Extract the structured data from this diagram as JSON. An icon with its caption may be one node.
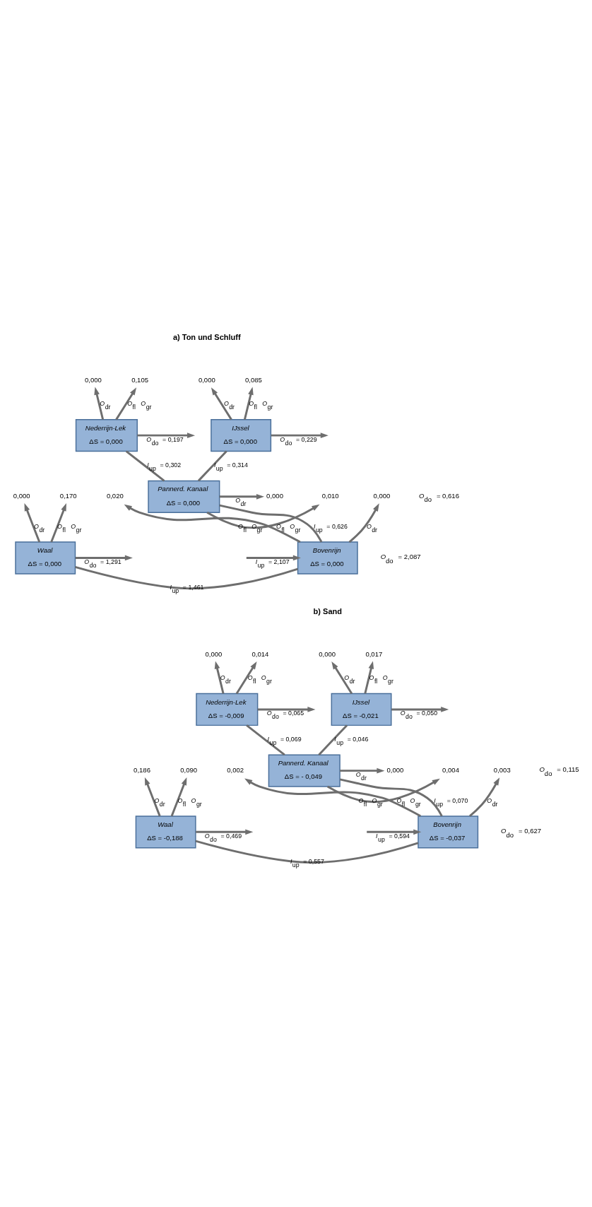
{
  "diagram": {
    "nodes": [
      {
        "text": [
          "Nederrijn-Lek",
          "ΔS = 0,000"
        ]
      },
      {
        "text": [
          "0,000"
        ]
      },
      {
        "text": [
          "0,105"
        ]
      },
      {
        "text": [
          "IJssel",
          "ΔS = 0,000"
        ]
      },
      {
        "text": [
          "0,000"
        ]
      },
      {
        "text": [
          "0,085"
        ]
      },
      {
        "text": [
          "Pannerd. Kanaal",
          "ΔS = 0,000"
        ]
      },
      {
        "text": [
          "0,000"
        ]
      },
      {
        "text": [
          "0,010"
        ]
      },
      {
        "text": [
          "Waal",
          "ΔS = 0,000"
        ]
      },
      {
        "text": [
          "0,000"
        ]
      },
      {
        "text": [
          "0,170"
        ]
      },
      {
        "text": [
          "Bovenrijn",
          "ΔS = 0,000"
        ]
      },
      {
        "text": [
          "0,000"
        ]
      },
      {
        "text": [
          "0,020"
        ]
      },
      {
        "text": [
          "Nederrijn-Lek",
          "ΔS = -0,009"
        ]
      },
      {
        "text": [
          "0,000"
        ]
      },
      {
        "text": [
          "0,014"
        ]
      },
      {
        "text": [
          "IJssel",
          "ΔS = -0,021"
        ]
      },
      {
        "text": [
          "0,000"
        ]
      },
      {
        "text": [
          "0,017"
        ]
      },
      {
        "text": [
          "Pannerd. Kanaal",
          "ΔS = - 0,049"
        ]
      },
      {
        "text": [
          "0,000"
        ]
      },
      {
        "text": [
          "0,004"
        ]
      },
      {
        "text": [
          "Waal",
          "ΔS = -0,188"
        ]
      },
      {
        "text": [
          "0,186"
        ]
      },
      {
        "text": [
          "0,090"
        ]
      },
      {
        "text": [
          "Bovenrijn",
          "ΔS = -0,037"
        ]
      },
      {
        "text": [
          "0,003"
        ]
      },
      {
        "text": [
          "0,002"
        ]
      }
    ],
    "edges": [
      {
        "from": 0,
        "to": 1,
        "arrow": "to",
        "label": "O$_{dr}$"
      },
      {
        "from": 0,
        "to": 2,
        "arrow": "to",
        "label": "O$_{fl}$ O$_{gr}$"
      },
      {
        "from": 0,
        "to": null,
        "arrow": "to",
        "label": "O$_{do}$ = 0,197"
      },
      {
        "from": 3,
        "to": 4,
        "arrow": "to",
        "label": "O$_{dr}$"
      },
      {
        "from": 3,
        "to": 5,
        "arrow": "to",
        "label": "O$_{fl}$ O$_{gr}$"
      },
      {
        "from": 3,
        "to": null,
        "arrow": "to",
        "label": "O$_{do}$ = 0,229"
      },
      {
        "from": 6,
        "to": 7,
        "arrow": "to",
        "label": "O$_{dr}$"
      },
      {
        "from": 6,
        "to": 8,
        "arrow": "to",
        "label": "O$_{fl}$ O$_{gr}$"
      },
      {
        "from": 9,
        "to": 10,
        "arrow": "to",
        "label": "O$_{dr}$"
      },
      {
        "from": 9,
        "to": 11,
        "arrow": "to",
        "label": "O$_{fl}$ O$_{gr}$"
      },
      {
        "from": 9,
        "to": null,
        "arrow": "to",
        "label": "O$_{do}$ = 1,291"
      },
      {
        "from": 12,
        "to": 13,
        "arrow": "to",
        "label": "O$_{dr}$"
      },
      {
        "from": 12,
        "to": 14,
        "arrow": "to",
        "label": "O$_{fl}$ O$_{gr}$"
      },
      {
        "from": null,
        "to": 12,
        "arrow": "to",
        "label": "I$_{up}$ = 2,107"
      },
      {
        "from": 6,
        "to": 0,
        "arrow": "none",
        "label": "I$_{up}$ = 0,302"
      },
      {
        "from": 6,
        "to": 3,
        "arrow": "none",
        "label": "I$_{up}$ = 0,314"
      },
      {
        "from": 12,
        "to": 9,
        "arrow": "none",
        "label": "I$_{up}$ = 1,461"
      },
      {
        "from": 12,
        "to": 6,
        "arrow": "none",
        "label": "I$_{up}$ = 0,626"
      },
      {
        "from": 15,
        "to": 16,
        "arrow": "to",
        "label": "O$_{dr}$"
      },
      {
        "from": 15,
        "to": 17,
        "arrow": "to",
        "label": "O$_{fl}$ O$_{gr}$"
      },
      {
        "from": 15,
        "to": null,
        "arrow": "to",
        "label": "O$_{do}$ = 0,065"
      },
      {
        "from": 18,
        "to": 19,
        "arrow": "to",
        "label": "O$_{dr}$"
      },
      {
        "from": 18,
        "to": 20,
        "arrow": "to",
        "label": "O$_{fl}$ O$_{gr}$"
      },
      {
        "from": 18,
        "to": null,
        "arrow": "to",
        "label": "O$_{do}$ = 0,050"
      },
      {
        "from": 21,
        "to": 22,
        "arrow": "to",
        "label": "O$_{dr}$"
      },
      {
        "from": 21,
        "to": 23,
        "arrow": "to",
        "label": "O$_{fl}$ O$_{gr}$"
      },
      {
        "from": 24,
        "to": 25,
        "arrow": "to",
        "label": "O$_{dr}$"
      },
      {
        "from": 24,
        "to": 26,
        "arrow": "to",
        "label": "O$_{fl}$ O$_{gr}$"
      },
      {
        "from": 24,
        "to": null,
        "arrow": "to",
        "label": "O$_{do}$ = 0,469"
      },
      {
        "from": 27,
        "to": 28,
        "arrow": "to",
        "label": "O$_{dr}$"
      },
      {
        "from": 27,
        "to": 29,
        "arrow": "to",
        "label": "O$_{fl}$ O$_{gr}$"
      },
      {
        "from": null,
        "to": 27,
        "arrow": "to",
        "label": "I$_{up}$ = 0,594"
      },
      {
        "from": 21,
        "to": 15,
        "arrow": "none",
        "label": "I$_{up}$ = 0,069"
      },
      {
        "from": 21,
        "to": 18,
        "arrow": "none",
        "label": "I$_{up}$ = 0,046"
      },
      {
        "from": 27,
        "to": 24,
        "arrow": "none",
        "label": "I$_{up}$ = 0,557"
      },
      {
        "from": 27,
        "to": 21,
        "arrow": "none",
        "label": "I$_{up}$ = 0,070"
      }
    ],
    "labels": [
      "a) Ton und Schluff",
      "O$_{do}$ = 0,616",
      "O$_{do}$ = 2,087",
      "b) Sand",
      "O$_{do}$ = 0,115",
      "O$_{do}$ = 0,627"
    ]
  }
}
